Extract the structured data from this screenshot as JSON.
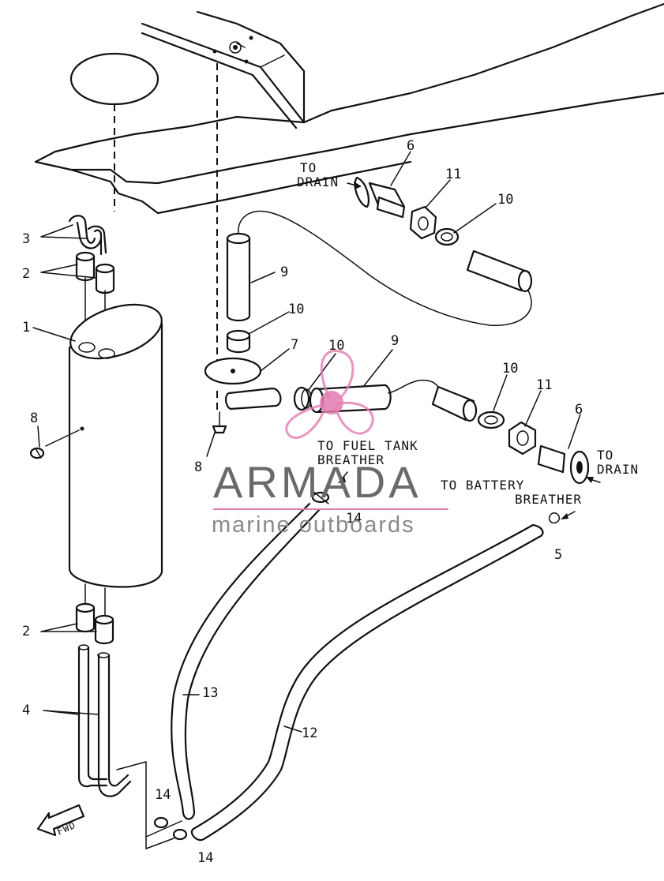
{
  "diagram": {
    "part_numbers": {
      "n1": "1",
      "n2a": "2",
      "n2b": "2",
      "n3": "3",
      "n4": "4",
      "n5": "5",
      "n6a": "6",
      "n6b": "6",
      "n7": "7",
      "n8a": "8",
      "n8b": "8",
      "n9a": "9",
      "n9b": "9",
      "n10a": "10",
      "n10b": "10",
      "n10c": "10",
      "n10d": "10",
      "n11a": "11",
      "n11b": "11",
      "n12": "12",
      "n13": "13",
      "n14a": "14",
      "n14b": "14",
      "n14c": "14"
    },
    "notes": {
      "to1": "TO",
      "drain1": "DRAIN",
      "to2": "TO",
      "drain2": "DRAIN",
      "fuel_tank_1": "TO FUEL TANK",
      "fuel_tank_2": "BREATHER",
      "battery_1": "TO BATTERY",
      "battery_2": "BREATHER",
      "fwd": "FWD"
    }
  },
  "watermark": {
    "brand": "ARMADA",
    "tagline": "marine outboards",
    "accent_color": "#e27bb2",
    "logo": "propeller-logo"
  }
}
